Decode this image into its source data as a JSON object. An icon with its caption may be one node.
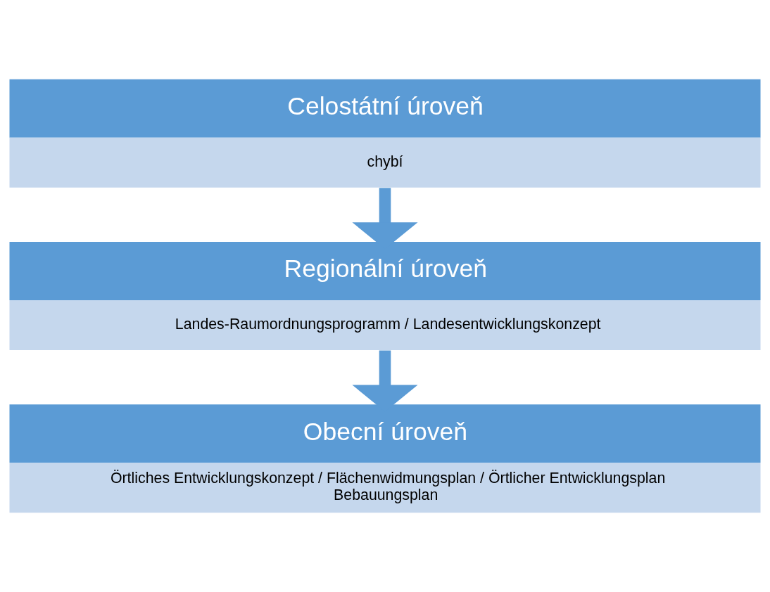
{
  "diagram": {
    "nodes": [
      {
        "text": [
          "Celostátní úroveň",
          "chybí"
        ]
      },
      {
        "text": [
          "Regionální úroveň",
          "Landes-Raumordnungsprogramm / Landesentwicklungskonzept"
        ]
      },
      {
        "text": [
          "Obecní úroveň",
          "Örtliches Entwicklungskonzept / Flächenwidmungsplan / Örtlicher Entwicklungsplan Bebauungsplan"
        ]
      }
    ],
    "edges": [
      {
        "from": 0,
        "to": 1,
        "arrow": "to"
      },
      {
        "from": 1,
        "to": 2,
        "arrow": "to"
      }
    ]
  }
}
